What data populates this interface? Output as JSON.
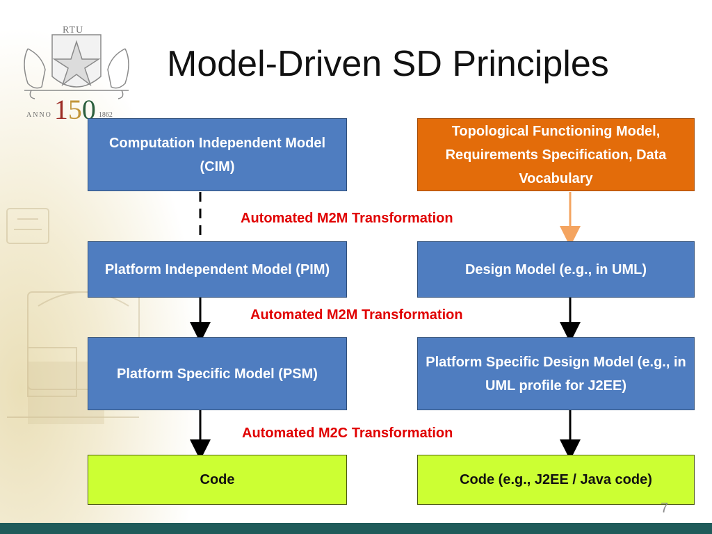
{
  "slide": {
    "title": "Model-Driven SD Principles",
    "page_number": "7"
  },
  "logo": {
    "text_top": "RTU",
    "text_anno": "ANNO",
    "digit_1": "1",
    "digit_5": "5",
    "digit_0": "0",
    "text_year": "1862"
  },
  "left_column": {
    "cim": "Computation Independent Model (CIM)",
    "pim": "Platform Independent Model (PIM)",
    "psm": "Platform Specific Model (PSM)",
    "code": "Code"
  },
  "right_column": {
    "tfm": "Topological Functioning Model, Requirements Specification, Data Vocabulary",
    "design": "Design Model (e.g., in UML)",
    "psdm": "Platform Specific Design Model (e.g., in UML profile for J2EE)",
    "code": "Code (e.g., J2EE / Java code)"
  },
  "transformations": {
    "first": "Automated M2M Transformation",
    "second": "Automated M2M Transformation",
    "third": "Automated M2C Transformation"
  },
  "colors": {
    "box_blue": "#4f7dc0",
    "box_orange": "#e36c0a",
    "box_green": "#ccff33",
    "label_red": "#e00000",
    "arrow_orange": "#f4a460",
    "footer_teal": "#1f5b5a"
  },
  "icons": {
    "logo": "rtu-coat-of-arms"
  }
}
